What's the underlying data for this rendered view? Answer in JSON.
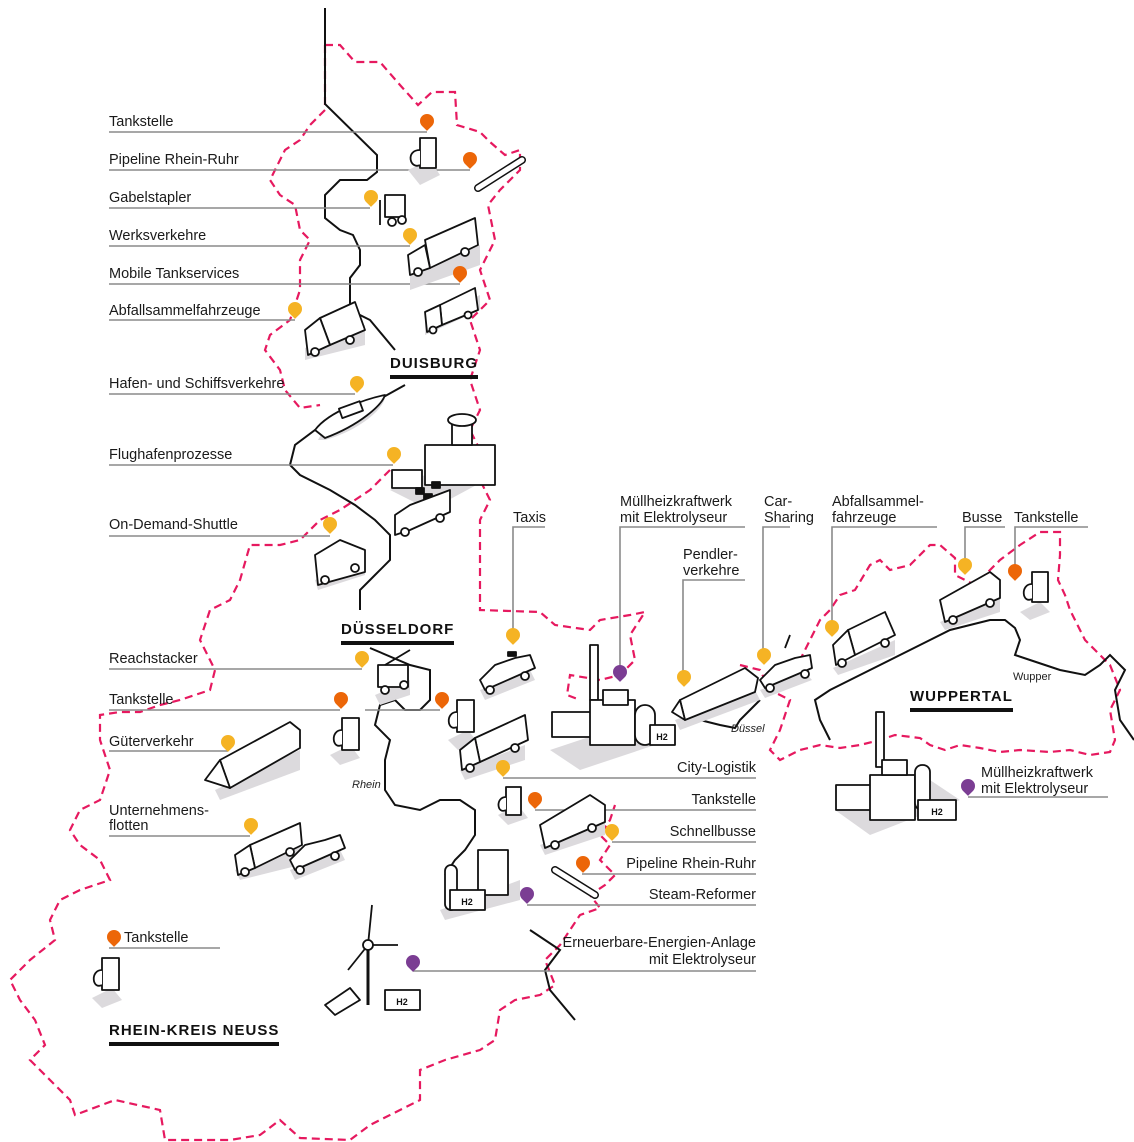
{
  "colors": {
    "border": "#e6195f",
    "river": "#111111",
    "leader": "#8a8a8a",
    "pin_mobility": "#f5b324",
    "pin_infrastructure": "#ec6608",
    "pin_production": "#7b3d93",
    "shadow": "#dcdadd"
  },
  "cities": {
    "duisburg": "DUISBURG",
    "duesseldorf": "DÜSSELDORF",
    "wuppertal": "WUPPERTAL",
    "rhein_kreis_neuss": "RHEIN-KREIS NEUSS"
  },
  "rivers": {
    "rhein": "Rhein",
    "duessel": "Düssel",
    "wupper": "Wupper"
  },
  "labels": {
    "duisburg_tankstelle": "Tankstelle",
    "duisburg_pipeline": "Pipeline Rhein-Ruhr",
    "gabelstapler": "Gabelstapler",
    "werksverkehre": "Werksverkehre",
    "mobile_tankservices": "Mobile Tankservices",
    "duisburg_abfall": "Abfallsammelfahrzeuge",
    "hafen": "Hafen- und Schiffsverkehre",
    "flughafen": "Flughafenprozesse",
    "shuttle": "On-Demand-Shuttle",
    "reachstacker": "Reachstacker",
    "dus_tankstelle": "Tankstelle",
    "gueterverkehr": "Güterverkehr",
    "unternehmensflotten_1": "Unternehmens-",
    "unternehmensflotten_2": "flotten",
    "neuss_tankstelle": "Tankstelle",
    "taxis": "Taxis",
    "mhkw_dus_1": "Müllheizkraftwerk",
    "mhkw_dus_2": "mit Elektrolyseur",
    "carsharing_1": "Car-",
    "carsharing_2": "Sharing",
    "pendler_1": "Pendler-",
    "pendler_2": "verkehre",
    "city_logistik": "City-Logistik",
    "dus_tankstelle_2": "Tankstelle",
    "schnellbusse": "Schnellbusse",
    "dus_pipeline": "Pipeline Rhein-Ruhr",
    "steam_reformer": "Steam-Reformer",
    "ee_anlage_1": "Erneuerbare-Energien-Anlage",
    "ee_anlage_2": "mit Elektrolyseur",
    "wup_abfall_1": "Abfallsammel-",
    "wup_abfall_2": "fahrzeuge",
    "busse": "Busse",
    "wup_tankstelle": "Tankstelle",
    "mhkw_wup_1": "Müllheizkraftwerk",
    "mhkw_wup_2": "mit Elektrolyseur"
  }
}
